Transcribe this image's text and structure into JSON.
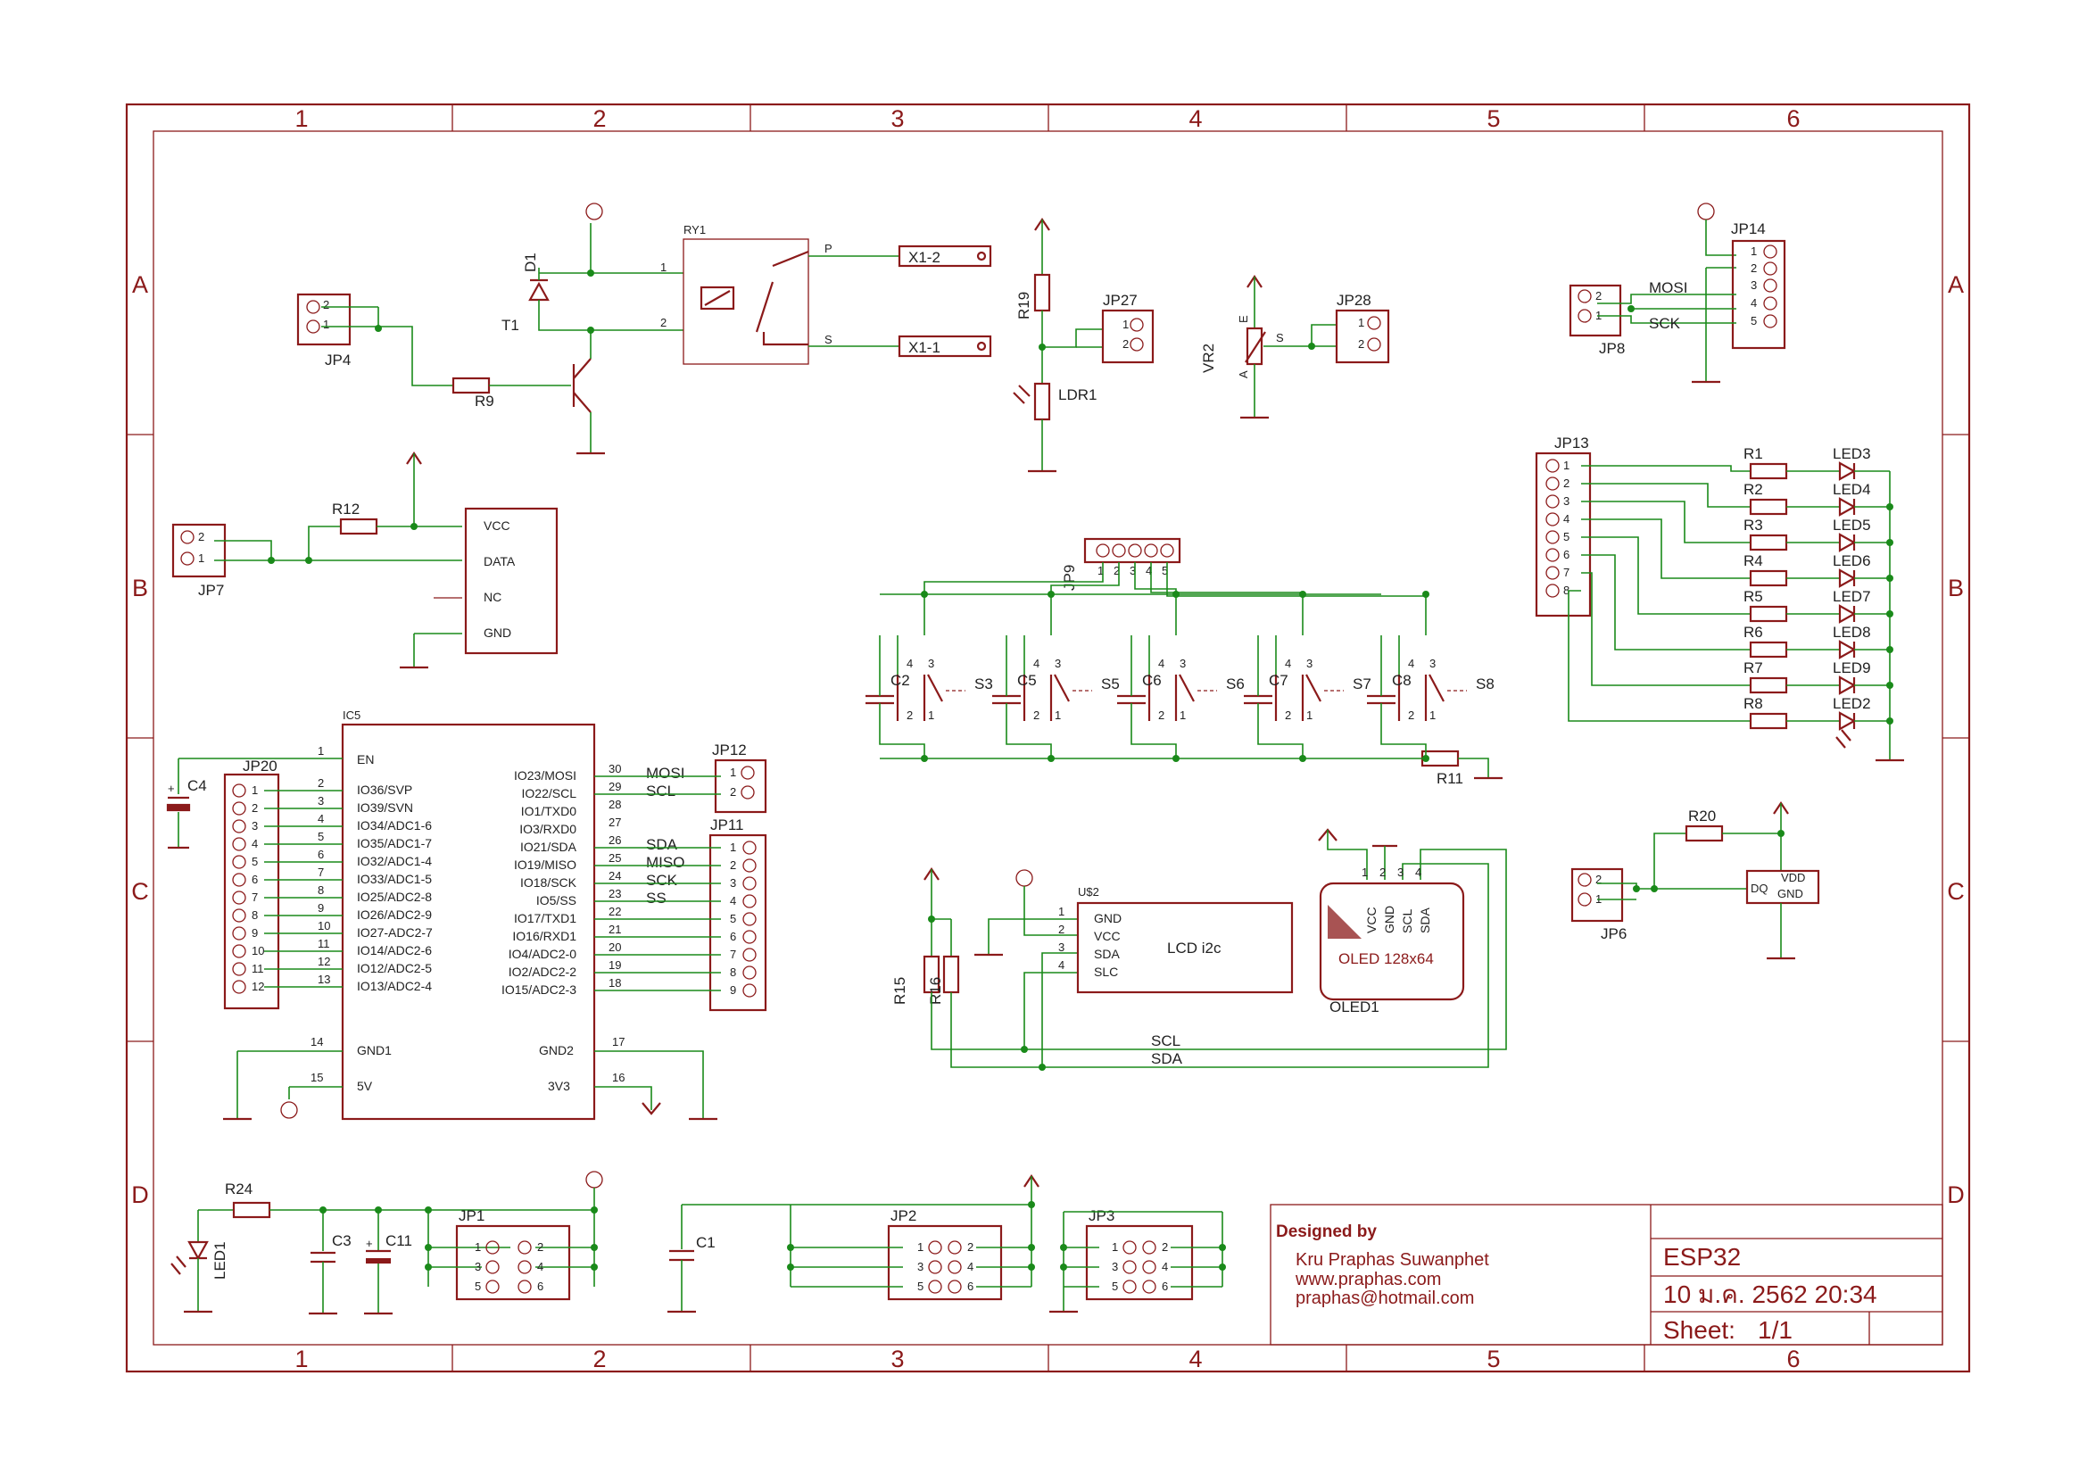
{
  "grid": {
    "cols": [
      "1",
      "2",
      "3",
      "4",
      "5",
      "6"
    ],
    "rows": [
      "A",
      "B",
      "C",
      "D"
    ]
  },
  "title_block": {
    "designed_by_label": "Designed by",
    "author": "Kru Praphas Suwanphet",
    "website": "www.praphas.com",
    "email": "praphas@hotmail.com",
    "project": "ESP32",
    "date": "10 ม.ค. 2562 20:34",
    "sheet_label": "Sheet:",
    "sheet_value": "1/1"
  },
  "relay_section": {
    "jp4": "JP4",
    "r9": "R9",
    "t1": "T1",
    "d1": "D1",
    "ry1": "RY1",
    "pin1": "1",
    "pin2": "2",
    "p": "P",
    "s": "S",
    "x1_2": "X1-2",
    "x1_1": "X1-1"
  },
  "ldr_section": {
    "r19": "R19",
    "ldr1": "LDR1",
    "jp27": "JP27"
  },
  "pot_section": {
    "vr2": "VR2",
    "jp28": "JP28",
    "e": "E",
    "a": "A",
    "s": "S"
  },
  "spi_section": {
    "jp14": "JP14",
    "jp8": "JP8",
    "mosi": "MOSI",
    "sck": "SCK"
  },
  "dht_section": {
    "jp7": "JP7",
    "r12": "R12",
    "pins": [
      "VCC",
      "DATA",
      "NC",
      "GND"
    ]
  },
  "led_section": {
    "jp13": "JP13",
    "resistors": [
      "R1",
      "R2",
      "R3",
      "R4",
      "R5",
      "R6",
      "R7",
      "R8"
    ],
    "leds": [
      "LED3",
      "LED4",
      "LED5",
      "LED6",
      "LED7",
      "LED8",
      "LED9",
      "LED2"
    ]
  },
  "switch_section": {
    "jp9": "JP9",
    "caps": [
      "C2",
      "C5",
      "C6",
      "C7",
      "C8"
    ],
    "switches": [
      "S3",
      "S5",
      "S6",
      "S7",
      "S8"
    ],
    "r11": "R11"
  },
  "esp32": {
    "ic": "IC5",
    "left_pins": [
      {
        "num": "1",
        "name": "EN"
      },
      {
        "num": "2",
        "name": "IO36/SVP"
      },
      {
        "num": "3",
        "name": "IO39/SVN"
      },
      {
        "num": "4",
        "name": "IO34/ADC1-6"
      },
      {
        "num": "5",
        "name": "IO35/ADC1-7"
      },
      {
        "num": "6",
        "name": "IO32/ADC1-4"
      },
      {
        "num": "7",
        "name": "IO33/ADC1-5"
      },
      {
        "num": "8",
        "name": "IO25/ADC2-8"
      },
      {
        "num": "9",
        "name": "IO26/ADC2-9"
      },
      {
        "num": "10",
        "name": "IO27-ADC2-7"
      },
      {
        "num": "11",
        "name": "IO14/ADC2-6"
      },
      {
        "num": "12",
        "name": "IO12/ADC2-5"
      },
      {
        "num": "13",
        "name": "IO13/ADC2-4"
      }
    ],
    "right_pins": [
      {
        "num": "30",
        "name": "IO23/MOSI",
        "net": "MOSI"
      },
      {
        "num": "29",
        "name": "IO22/SCL",
        "net": "SCL"
      },
      {
        "num": "28",
        "name": "IO1/TXD0",
        "net": ""
      },
      {
        "num": "27",
        "name": "IO3/RXD0",
        "net": ""
      },
      {
        "num": "26",
        "name": "IO21/SDA",
        "net": "SDA"
      },
      {
        "num": "25",
        "name": "IO19/MISO",
        "net": "MISO"
      },
      {
        "num": "24",
        "name": "IO18/SCK",
        "net": "SCK"
      },
      {
        "num": "23",
        "name": "IO5/SS",
        "net": "SS"
      },
      {
        "num": "22",
        "name": "IO17/TXD1",
        "net": ""
      },
      {
        "num": "21",
        "name": "IO16/RXD1",
        "net": ""
      },
      {
        "num": "20",
        "name": "IO4/ADC2-0",
        "net": ""
      },
      {
        "num": "19",
        "name": "IO2/ADC2-2",
        "net": ""
      },
      {
        "num": "18",
        "name": "IO15/ADC2-3",
        "net": ""
      }
    ],
    "power_pins": [
      {
        "num": "14",
        "name": "GND1"
      },
      {
        "num": "15",
        "name": "5V"
      },
      {
        "num": "17",
        "name": "GND2"
      },
      {
        "num": "16",
        "name": "3V3"
      }
    ],
    "jp20": "JP20",
    "jp20_pins": [
      "1",
      "2",
      "3",
      "4",
      "5",
      "6",
      "7",
      "8",
      "9",
      "10",
      "11",
      "12"
    ],
    "c4": "C4",
    "jp12": "JP12",
    "jp11": "JP11",
    "jp11_pins": [
      "1",
      "2",
      "3",
      "4",
      "5",
      "6",
      "7",
      "8",
      "9"
    ]
  },
  "lcd_section": {
    "u2": "U$2",
    "title": "LCD i2c",
    "pins": [
      "GND",
      "VCC",
      "SDA",
      "SLC"
    ],
    "pin_nums": [
      "1",
      "2",
      "3",
      "4"
    ],
    "r15": "R15",
    "r16": "R16",
    "scl": "SCL",
    "sda": "SDA"
  },
  "oled_section": {
    "title": "OLED 128x64",
    "name": "OLED1",
    "pins": [
      "VCC",
      "GND",
      "SCL",
      "SDA"
    ],
    "pin_nums": [
      "1",
      "2",
      "3",
      "4"
    ]
  },
  "ds18_section": {
    "r20": "R20",
    "jp6": "JP6",
    "vdd": "VDD",
    "dq": "DQ",
    "gnd": "GND"
  },
  "power_section": {
    "r24": "R24",
    "led1": "LED1",
    "c3": "C3",
    "c11": "C11",
    "c1": "C1",
    "jp1": "JP1",
    "jp2": "JP2",
    "jp3": "JP3",
    "header_pins": [
      "1",
      "2",
      "3",
      "4",
      "5",
      "6"
    ]
  },
  "colors": {
    "part": "#8b1a1a",
    "wire": "#1a8a1a",
    "text": "#222222"
  }
}
